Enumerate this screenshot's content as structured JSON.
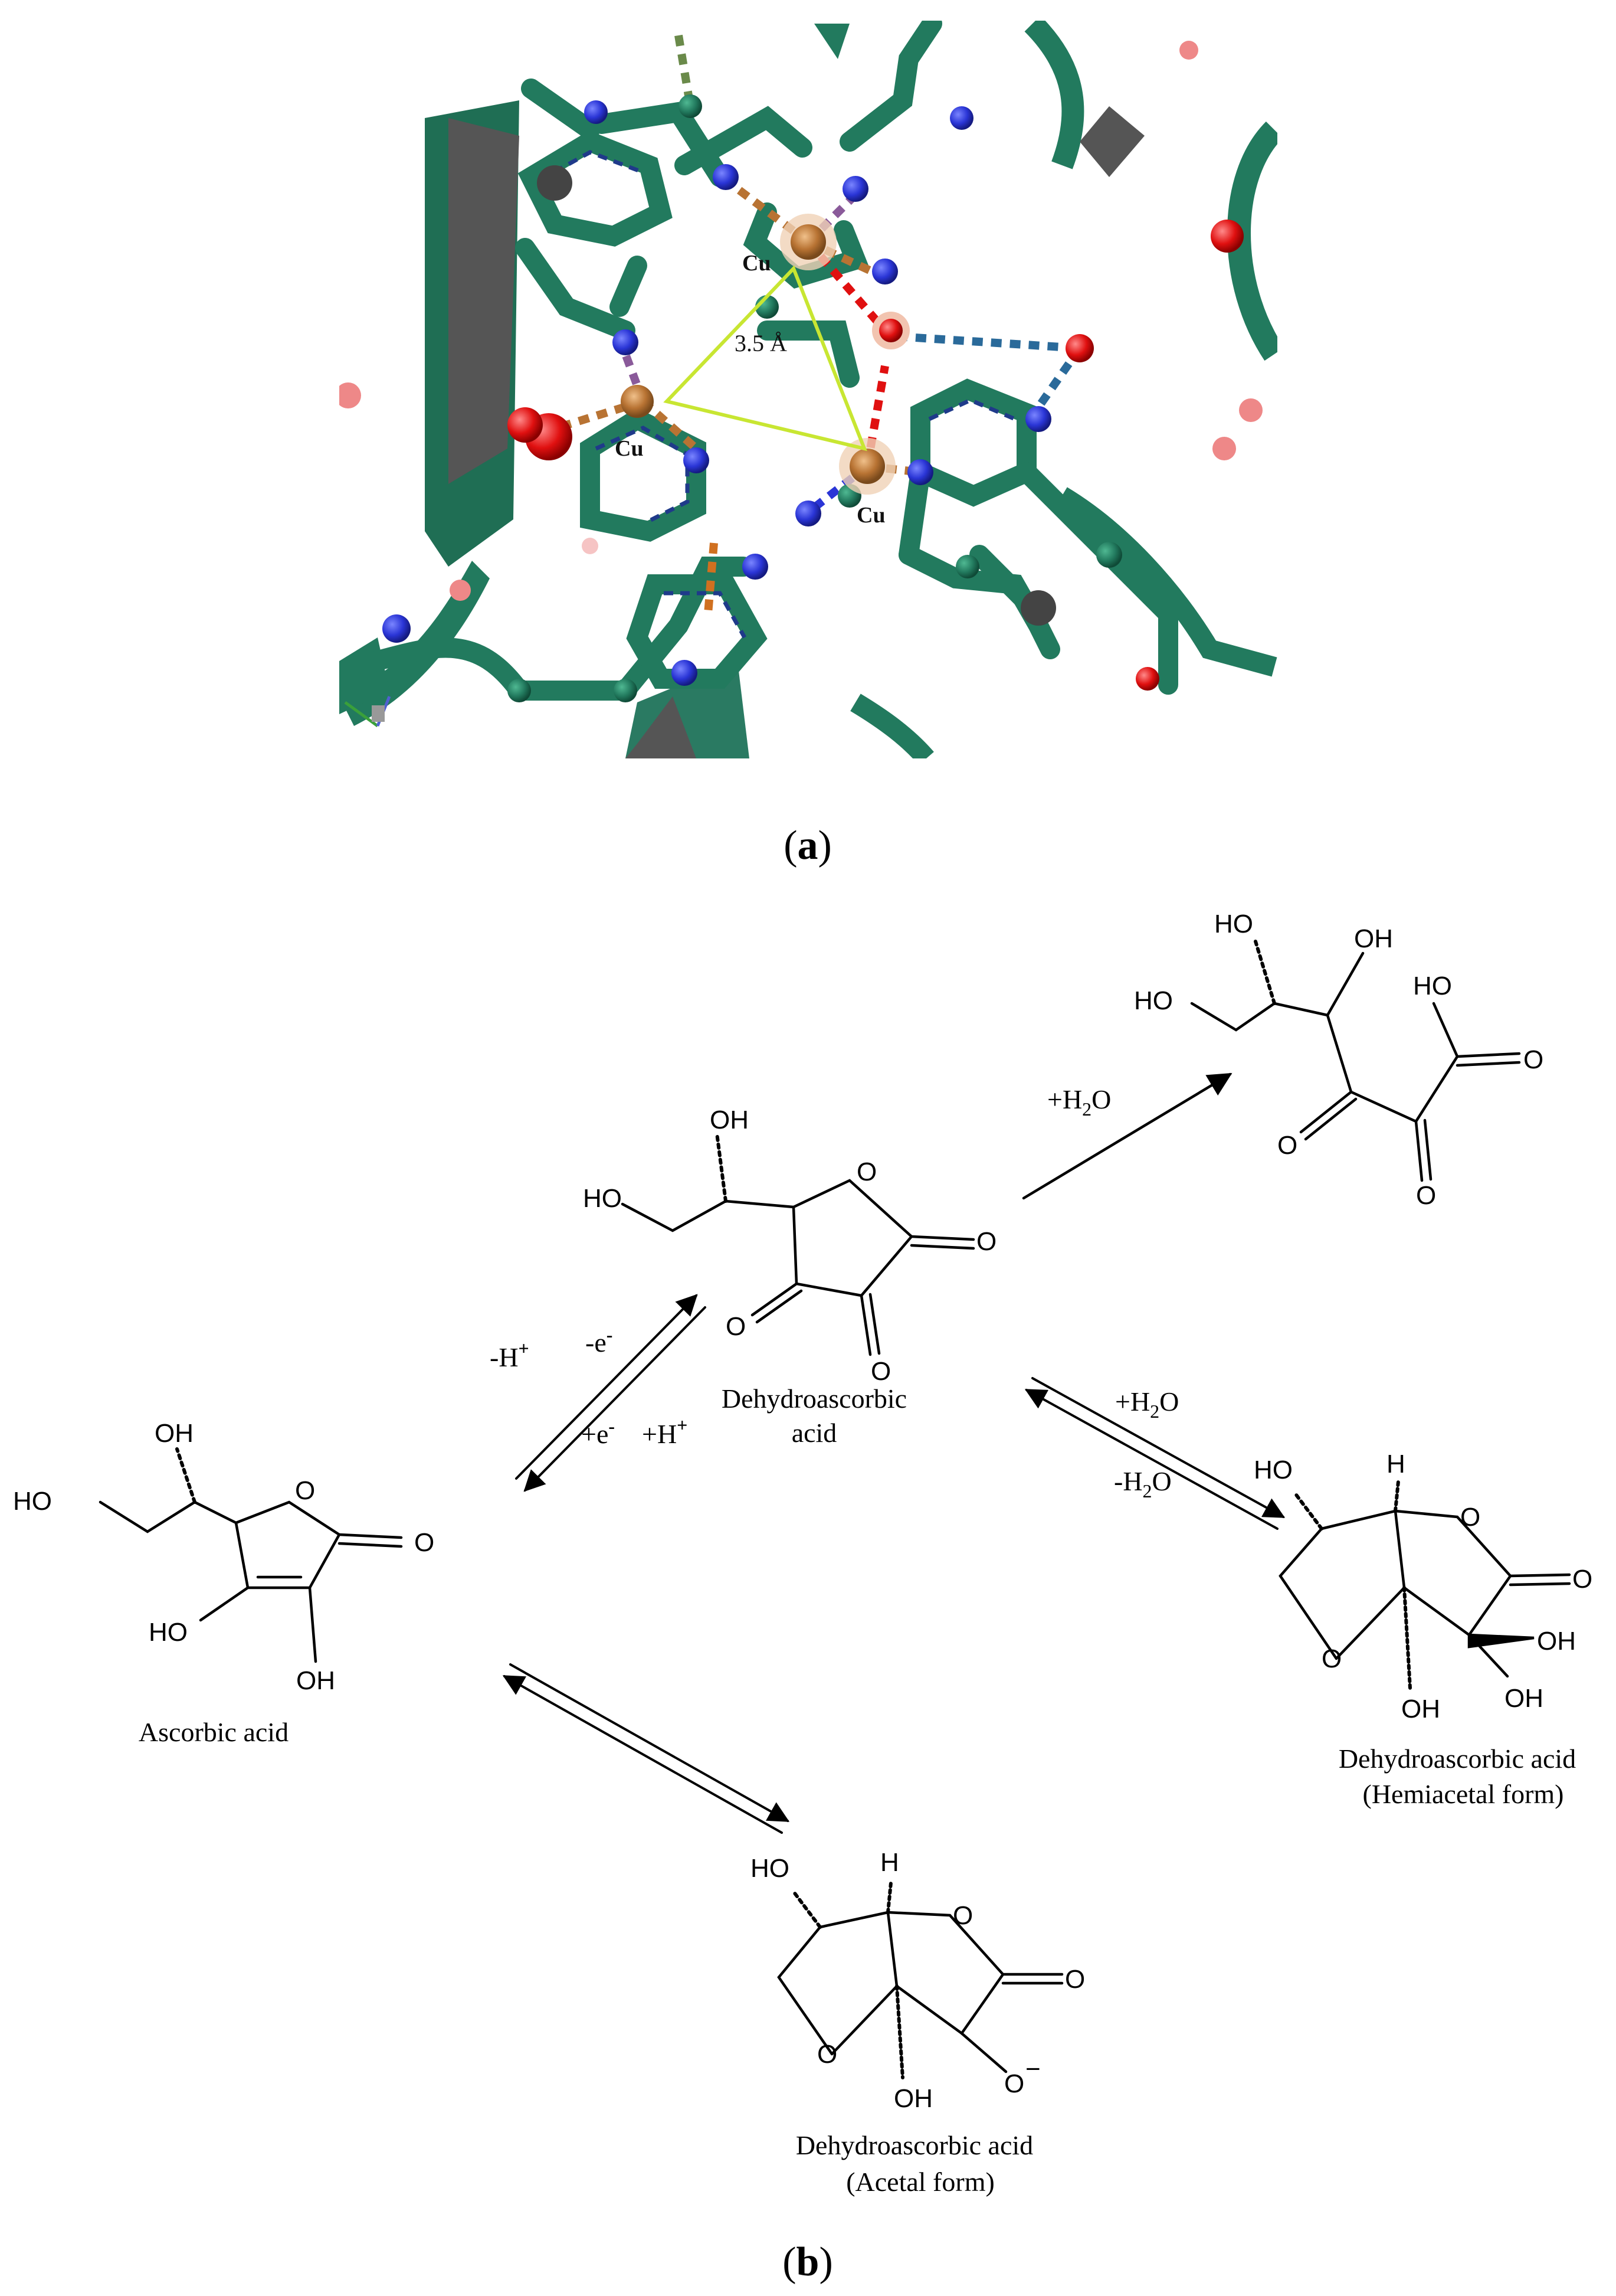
{
  "panel_a": {
    "label_prefix": "(",
    "label_letter": "a",
    "label_suffix": ")",
    "cu_labels": [
      "Cu",
      "Cu",
      "Cu"
    ],
    "distance_label": "3.5 Å",
    "colors": {
      "protein": "#227a5e",
      "nitrogen": "#2a35d6",
      "oxygen": "#e01010",
      "copper": "#b87333",
      "triangle": "#c8e632",
      "background": "#ffffff"
    }
  },
  "panel_b": {
    "label_prefix": "(",
    "label_letter": "b",
    "label_suffix": ")",
    "ascorbic_acid": {
      "name": "Ascorbic acid",
      "atoms": {
        "oh_top": "OH",
        "ho_left": "HO",
        "o_ring": "O",
        "o_keto": "O",
        "ho_bottom": "HO",
        "oh_bottom": "OH"
      }
    },
    "dehydroascorbic_acid": {
      "name_line1": "Dehydroascorbic",
      "name_line2": "acid",
      "atoms": {
        "oh_top": "OH",
        "ho_left": "HO",
        "o_ring": "O",
        "o_right": "O",
        "o_left": "O",
        "o_bottom": "O"
      }
    },
    "open_chain_product": {
      "atoms": {
        "ho_top": "HO",
        "oh_top": "OH",
        "ho_left": "HO",
        "ho_acid": "HO",
        "o_acid": "O",
        "o_left": "O",
        "o_bottom": "O"
      }
    },
    "hemiacetal_form": {
      "name_line1": "Dehydroascorbic acid",
      "name_line2": "(Hemiacetal form)",
      "atoms": {
        "ho": "HO",
        "h": "H",
        "o_ring": "O",
        "o_keto": "O",
        "o_lower": "O",
        "oh_right": "OH",
        "oh_bottom_right": "OH",
        "oh_bottom": "OH"
      }
    },
    "acetal_form": {
      "name_line1": "Dehydroascorbic acid",
      "name_line2": "(Acetal form)",
      "atoms": {
        "ho": "HO",
        "h": "H",
        "o_ring": "O",
        "o_keto": "O",
        "o_lower": "O",
        "o_minus": "O",
        "minus": "−",
        "oh_bottom": "OH"
      }
    },
    "reaction_labels": {
      "minus_h": "-H",
      "minus_h_sup": "+",
      "minus_e": "-e",
      "minus_e_sup": "-",
      "plus_e": "+e",
      "plus_e_sup": "-",
      "plus_h": "+H",
      "plus_h_sup": "+",
      "hydrolysis_plus": "+H",
      "hydrolysis_sub": "2",
      "hydrolysis_o": "O",
      "hemi_plus": "+H",
      "hemi_plus_sub": "2",
      "hemi_plus_o": "O",
      "hemi_minus": "-H",
      "hemi_minus_sub": "2",
      "hemi_minus_o": "O"
    }
  }
}
